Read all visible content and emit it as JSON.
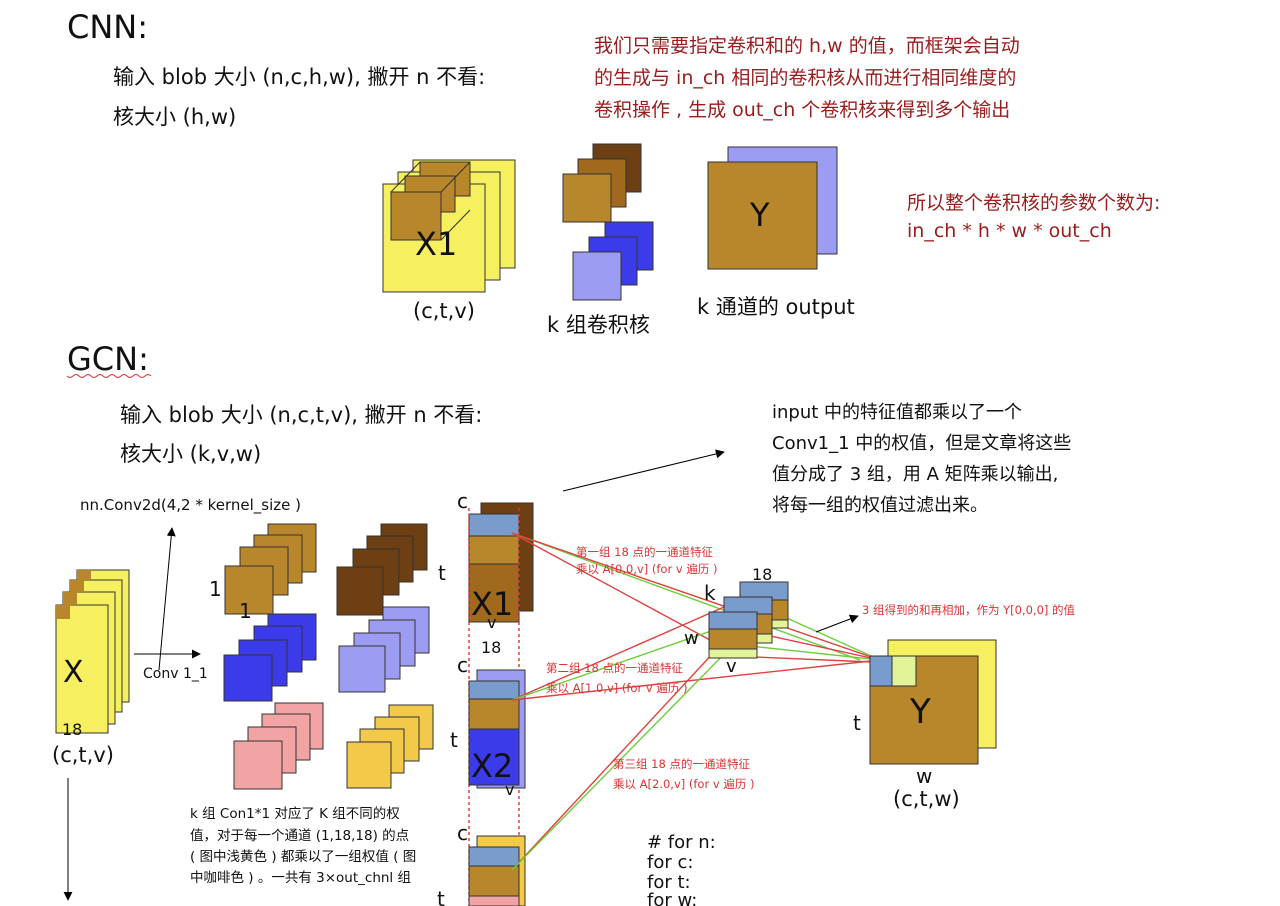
{
  "colors": {
    "yellow": "#f6ef5f",
    "brown": "#b8862b",
    "dark_brown": "#6e3f12",
    "blue": "#3b3bea",
    "light_blue": "#9c9cf2",
    "gray_blue": "#7a9ccd",
    "pink": "#f2a3a3",
    "gold": "#f3c94a",
    "light_yellow": "#e3f39a",
    "note_red": "#9a1d1d",
    "red_line": "#e04040",
    "green_line": "#6ccf3a"
  },
  "cnn": {
    "title": "CNN:",
    "desc_line1": "输入 blob 大小 (n,c,h,w), 撇开 n 不看:",
    "desc_line2": "核大小 (h,w)",
    "note_line1": "我们只需要指定卷积和的 h,w 的值，而框架会自动",
    "note_line2": "的生成与 in_ch 相同的卷积核从而进行相同维度的",
    "note_line3": "卷积操作 , 生成 out_ch 个卷积核来得到多个输出",
    "x1_label": "X1",
    "x1_dims": "(c,t,v)",
    "kernel_caption": "k 组卷积核",
    "y_label": "Y",
    "output_caption": "k 通道的 output",
    "param_line1": "所以整个卷积核的参数个数为:",
    "param_line2": "in_ch * h * w * out_ch"
  },
  "gcn": {
    "title": "GCN:",
    "desc_line1": "输入 blob 大小 (n,c,t,v), 撇开 n 不看:",
    "desc_line2": "核大小 (k,v,w)",
    "conv2d_label": "nn.Conv2d(4,2 * kernel_size )",
    "conv_label": "Conv 1_1",
    "x_label": "X",
    "x_18": "18",
    "x_dims": "(c,t,v)",
    "one_a": "1",
    "one_b": "1",
    "kernel_note_line1": "k 组 Con1*1 对应了 K 组不同的权",
    "kernel_note_line2": "值，对于每一个通道 (1,18,18) 的点",
    "kernel_note_line3": "( 图中浅黄色 ) 都乘以了一组权值 ( 图",
    "kernel_note_line4": "中咖啡色 ) 。一共有 3×out_chnl 组",
    "c1": "c",
    "t1": "t",
    "x1": "X1",
    "v1": "v",
    "n18": "18",
    "c2": "c",
    "t2": "t",
    "x2": "X2",
    "v2": "v",
    "c3": "c",
    "t3": "t",
    "group1_line1": "第一组 18 点的一通道特征",
    "group1_line2": "乘以 A[0,0,v] (for v 遍历 )",
    "group2_line1": "第二组 18 点的一通道特征",
    "group2_line2": "乘以 A[1.0,v] (for v 遍历 )",
    "group3_line1": "第三组 18 点的一通道特征",
    "group3_line2": "乘以 A[2.0,v] (for v 遍历 )",
    "a_18": "18",
    "a_k": "k",
    "a_w": "w",
    "a_v": "v",
    "sum_note": "3 组得到的和再相加，作为 Y[0,0,0] 的值",
    "input_note_line1": "input 中的特征值都乘以了一个",
    "input_note_line2": "Conv1_1 中的权值，但是文章将这些",
    "input_note_line3": "值分成了 3 组，用 A 矩阵乘以输出,",
    "input_note_line4": "将每一组的权值过滤出来。",
    "y_label": "Y",
    "y_t": "t",
    "y_w": "w",
    "y_dims": "(c,t,w)",
    "code_line1": "# for n:",
    "code_line2": "for c:",
    "code_line3": "for t:",
    "code_line4": "for w:"
  }
}
